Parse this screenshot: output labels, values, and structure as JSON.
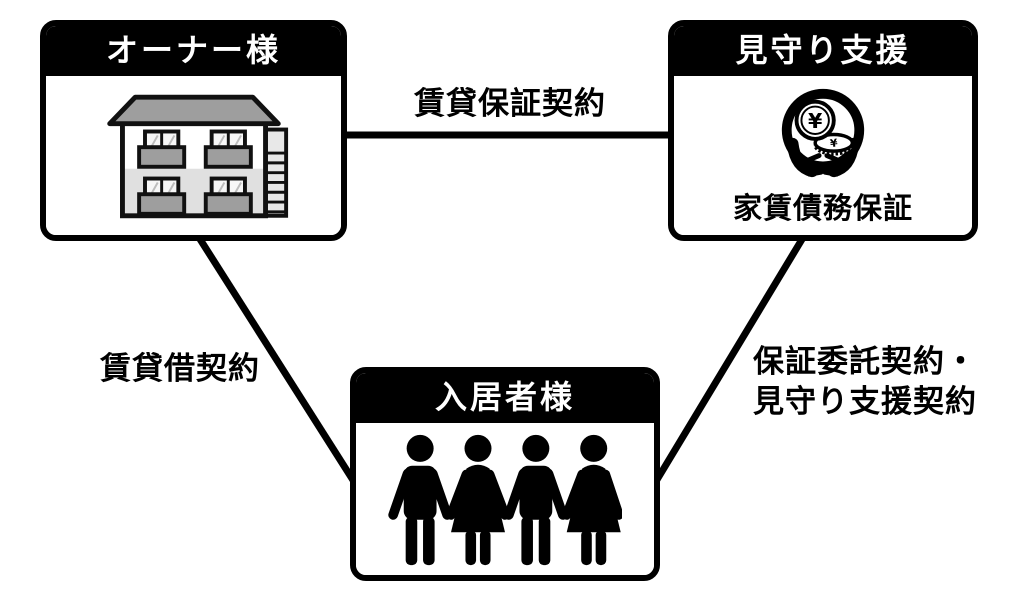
{
  "boxes": {
    "owner": {
      "title": "オーナー様",
      "icon": "apartment-building-icon"
    },
    "support": {
      "title": "見守り支援",
      "icon": "hands-holding-money-icon",
      "caption": "家賃債務保証"
    },
    "tenant": {
      "title": "入居者様",
      "icon": "residents-group-icon"
    }
  },
  "edges": {
    "top": {
      "label": "賃貸保証契約"
    },
    "left": {
      "label": "賃貸借契約"
    },
    "right": {
      "label_line1": "保証委託契約・",
      "label_line2": "見守り支援契約"
    }
  },
  "colors": {
    "ink": "#000000",
    "header_bg": "#000000",
    "header_text": "#ffffff",
    "box_bg": "#ffffff",
    "roof_gray": "#9e9e9e",
    "balcony_gray": "#9e9e9e",
    "floor_gray": "#e0e0e0",
    "stairs_gray": "#e8e8e8"
  }
}
